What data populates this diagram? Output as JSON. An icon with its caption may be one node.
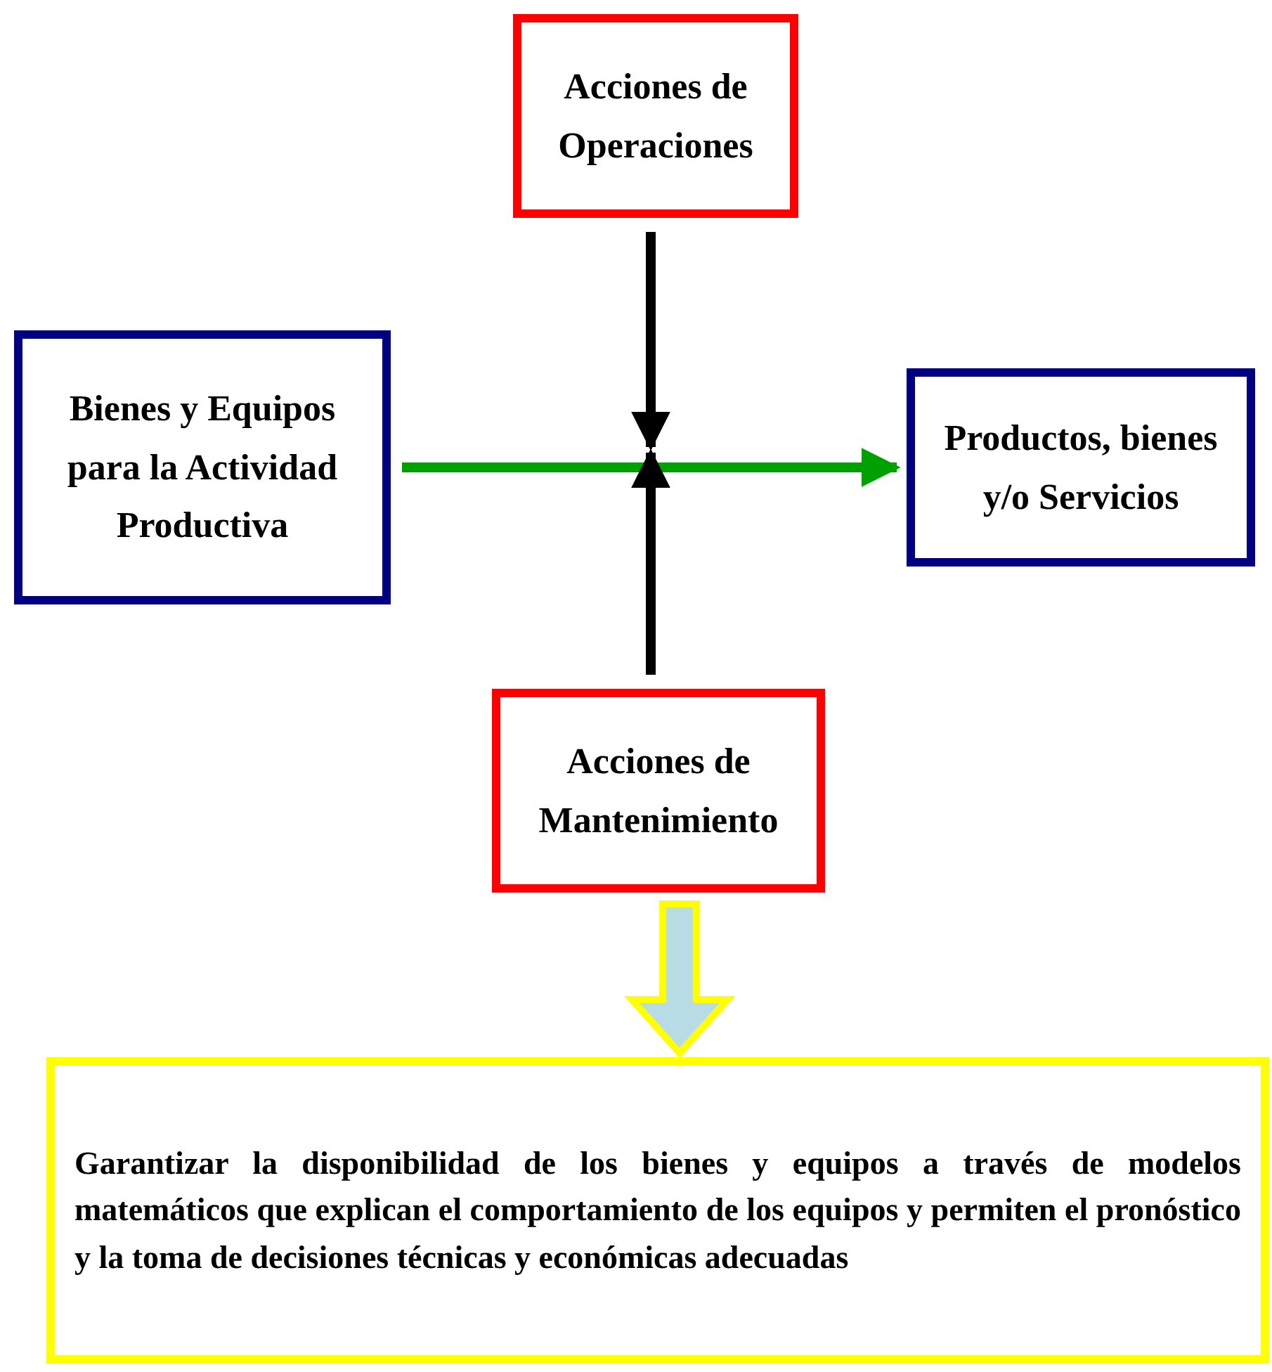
{
  "diagram": {
    "nodes": [
      {
        "text": [
          "Acciones de Operaciones"
        ]
      },
      {
        "text": [
          "Bienes y Equipos para la Actividad Productiva"
        ]
      },
      {
        "text": [
          "Productos, bienes y/o Servicios"
        ]
      },
      {
        "text": [
          "Acciones de Mantenimiento"
        ]
      },
      {
        "text": [
          "Garantizar la disponibilidad de los bienes y equipos a través de modelos matemáticos que explican el comportamiento de los equipos y permiten el pronóstico y la toma de decisiones técnicas y económicas adecuadas"
        ]
      }
    ],
    "edges": [
      {
        "from": 1,
        "to": 2,
        "arrow": "to",
        "color": "#00a000"
      },
      {
        "from": 0,
        "to": null,
        "arrow": "to"
      },
      {
        "from": 3,
        "to": null,
        "arrow": "to"
      },
      {
        "from": 3,
        "to": 4,
        "arrow": "to",
        "style": "thick",
        "color": "#ffff00"
      }
    ]
  }
}
